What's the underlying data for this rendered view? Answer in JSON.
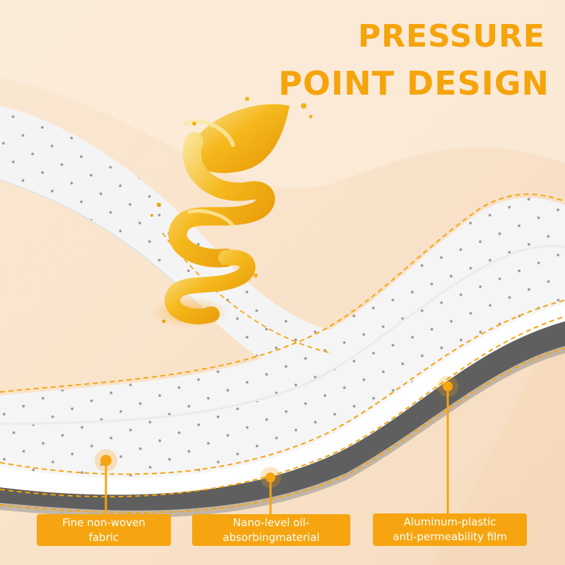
{
  "headline": {
    "line1": "PRESSURE",
    "line2": "POINT DESIGN"
  },
  "labels": {
    "fabric": {
      "line1": "Fine non-woven",
      "line2": "fabric"
    },
    "nano": {
      "line1": "Nano-level oil-",
      "line2": "absorbingmaterial"
    },
    "film": {
      "line1": "Aluminum-plastic",
      "line2": "anti-permeability film"
    }
  },
  "colors": {
    "accent": "#f5a40c",
    "background": "#f9e3cb",
    "pad_surface": "#f4f4f4",
    "pad_base": "#5f5f5f",
    "oil": "#f3b11a"
  },
  "icons": {
    "oil_splash": "oil-splash-icon",
    "callout_marker": "callout-dot-icon"
  }
}
